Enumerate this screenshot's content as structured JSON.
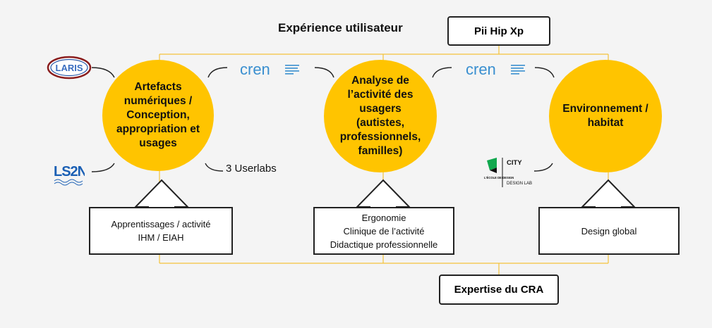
{
  "title": "Expérience utilisateur",
  "top_box": "Pii Hip Xp",
  "bottom_box": "Expertise du CRA",
  "circles": [
    {
      "label": "Artefacts\nnumériques /\nConception,\nappropriation et\nusages"
    },
    {
      "label": "Analyse de\nl’activité des\nusagers\n(autistes,\nprofessionnels,\nfamilles)"
    },
    {
      "label": "Environnement /\nhabitat"
    }
  ],
  "userlabs": "3 Userlabs",
  "boxes": [
    {
      "lines": [
        "Apprentissages / activité",
        "IHM / EIAH"
      ]
    },
    {
      "lines": [
        "Ergonomie",
        "Clinique de l’activité",
        "Didactique professionnelle"
      ]
    },
    {
      "lines": [
        "Design global"
      ]
    }
  ],
  "logos": {
    "laris": "LARIS",
    "ls2n": "LS2N",
    "cren": "cren",
    "city_word": "CITY",
    "city_school": "L'ÉCOLE DE DESIGN",
    "city_lab": "DESIGN LAB"
  },
  "colors": {
    "circle": "#ffc400",
    "connector": "#f3c23a",
    "cren": "#3a8fd0"
  }
}
